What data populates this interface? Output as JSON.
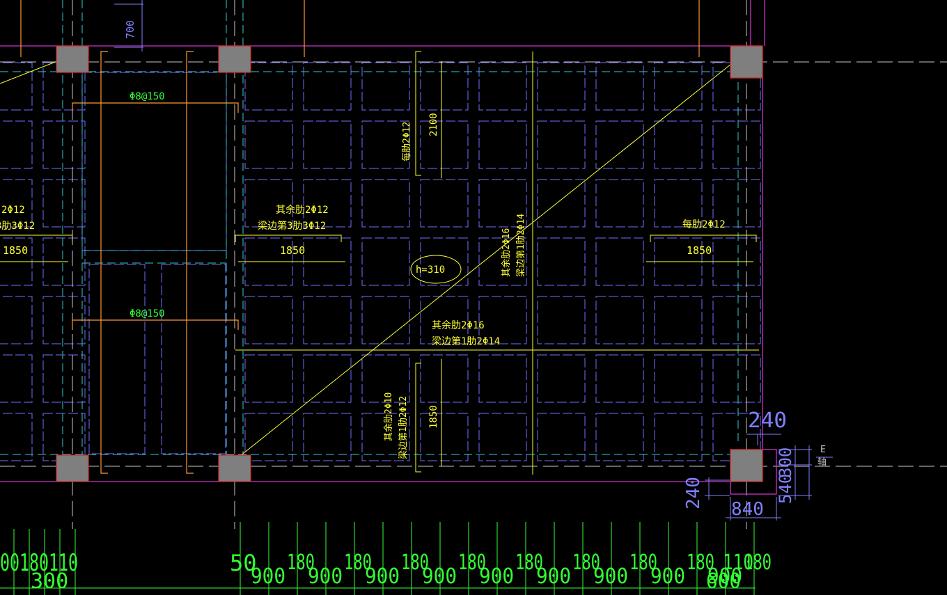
{
  "colors": {
    "background": "#000000",
    "beam_outline": "#cc33cc",
    "column_fill": "#7f7f7f",
    "column_stroke": "#d62828",
    "grid_rib": "#6f6fff",
    "rebar_yellow": "#ffff33",
    "rebar_orange": "#ff9933",
    "axis_dashed": "#c8c8c8",
    "dim_green": "#33ff33",
    "dim_blue": "#8080ff",
    "cyan_line": "#33cccc"
  },
  "annotations": {
    "dim_700": "700",
    "stirrup_1": "Φ8@150",
    "stirrup_2": "Φ8@150",
    "rib_top_vertical": "每肋2Φ12",
    "dim_2100": "2100",
    "left_partial_1": "2Φ12",
    "left_partial_2": "3肋3Φ12",
    "left_dim_1850": "1850",
    "mid_rest": "其余肋2Φ12",
    "mid_edge": "梁边第3肋3Φ12",
    "mid_dim_1850": "1850",
    "slab_thickness": "h=310",
    "diag_rest": "其余肋2Φ16",
    "diag_edge": "梁边第1肋2Φ14",
    "right_rib": "每肋2Φ12",
    "right_dim_1850": "1850",
    "center_rest": "其余肋2Φ16",
    "center_edge": "梁边第1肋2Φ14",
    "lower_rest": "其余肋2Φ10",
    "lower_edge": "梁边第1肋2Φ12",
    "lower_dim_1850": "1850",
    "col_dim_240_top": "240",
    "col_dim_300": "300",
    "col_dim_540": "540",
    "col_dim_240_left": "240",
    "col_dim_840": "840",
    "axis_tag": "E",
    "axis_tag_2": "轴",
    "bottom_dims_left": "00180110",
    "bottom_dims_left_2": "300",
    "bottom_dim_50": "50",
    "bottom_dim_900": "900",
    "bottom_dim_180": "180",
    "bottom_dim_110": "110",
    "bottom_dim_600": "600"
  }
}
